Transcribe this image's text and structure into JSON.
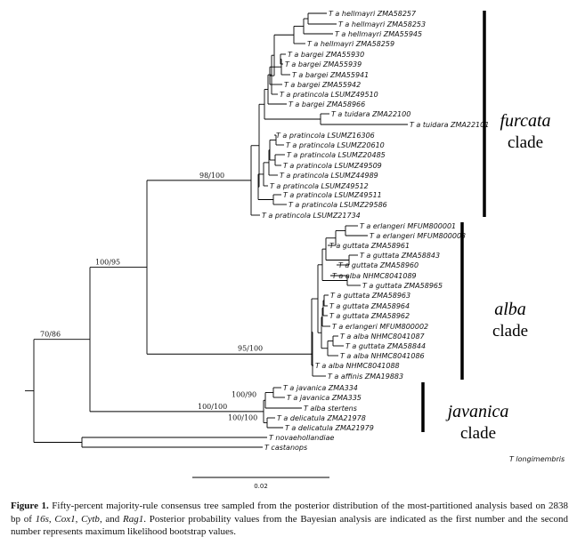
{
  "tree": {
    "taxa": [
      "T_a_hellmayri_ZMA58257",
      "T_a_hellmayri_ZMA58253",
      "T_a_hellmayri_ZMA55945",
      "T_a_hellmayri_ZMA58259",
      "T_a_bargei_ZMA55930",
      "T_a_bargei_ZMA55939",
      "T_a_bargei_ZMA55941",
      "T_a_bargei_ZMA55942",
      "T_a_pratincola_LSUMZ49510",
      "T_a_bargei_ZMA58966",
      "T_a_tuidara_ZMA22100",
      "T_a_tuidara_ZMA22101",
      "T_a_pratincola_LSUMZ16306",
      "T_a_pratincola_LSUMZ20610",
      "T_a_pratincola_LSUMZ20485",
      "T_a_pratincola_LSUMZ49509",
      "T_a_pratincola_LSUMZ44989",
      "T_a_pratincola_LSUMZ49512",
      "T_a_pratincola_LSUMZ49511",
      "T_a_pratincola_LSUMZ29586",
      "T_a_pratincola_LSUMZ21734",
      "T_a_erlangeri_MFUM800001",
      "T_a_erlangeri_MFUM800003",
      "T_a_guttata_ZMA58961",
      "T_a_guttata_ZMA58843",
      "T_a_guttata_ZMA58960",
      "T_a_alba_NHMC8041089",
      "T_a_guttata_ZMA58965",
      "T_a_guttata_ZMA58963",
      "T_a_guttata_ZMA58964",
      "T_a_guttata_ZMA58962",
      "T_a_erlangeri_MFUM800002",
      "T_a_alba_NHMC8041087",
      "T_a_guttata_ZMA58844",
      "T_a_alba_NHMC8041086",
      "T_a_alba_NHMC8041088",
      "T_a_affinis_ZMA19883",
      "T_a_javanica_ZMA334",
      "T_a_javanica_ZMA335",
      "T_alba_stertens",
      "T_a_delicatula_ZMA21978",
      "T_a_delicatula_ZMA21979",
      "T_novaehollandiae",
      "T_castanops",
      "T_longimembris"
    ],
    "support_values": [
      "98/100",
      "100/95",
      "70/86",
      "95/100",
      "100/90",
      "100/100",
      "100/100"
    ],
    "clades": [
      {
        "name": "furcata",
        "word": "clade"
      },
      {
        "name": "alba",
        "word": "clade"
      },
      {
        "name": "javanica",
        "word": "clade"
      }
    ],
    "scale_bar_label": "0.02"
  },
  "caption": {
    "figure_label": "Figure 1.",
    "text_1": " Fifty-percent majority-rule consensus tree sampled from the posterior distribution of the most-partitioned analysis based on 2838 bp of ",
    "gene_1": "16s",
    "sep_1": ", ",
    "gene_2": "Cox1",
    "sep_2": ", ",
    "gene_3": "Cytb",
    "sep_3": ", and ",
    "gene_4": "Rag1",
    "text_2": ". Posterior probability values from the Bayesian analysis are indicated as the first number and the second number represents maximum likelihood bootstrap values."
  }
}
